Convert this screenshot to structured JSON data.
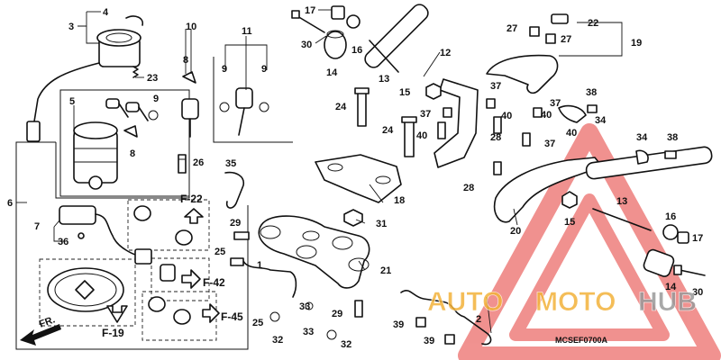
{
  "diagram_code": "MCSEF0700A",
  "front_marker": "FR.",
  "watermark": {
    "word_1": "AUTO",
    "word_2": "MOTO",
    "word_3": "HUB",
    "color_1": "#f3b23a",
    "color_2": "#f3b23a",
    "color_3": "#9a9a9a",
    "triangle_color": "#e53935"
  },
  "section_refs": {
    "f22": "F-22",
    "f42": "F-42",
    "f45": "F-45",
    "f19": "F-19"
  },
  "callouts": {
    "c1": "1",
    "c2": "2",
    "c3": "3",
    "c4": "4",
    "c5": "5",
    "c6": "6",
    "c7": "7",
    "c8a": "8",
    "c8b": "8",
    "c9a": "9",
    "c9b": "9",
    "c9c": "9",
    "c10": "10",
    "c11": "11",
    "c12": "12",
    "c13a": "13",
    "c13b": "13",
    "c14a": "14",
    "c14b": "14",
    "c15a": "15",
    "c15b": "15",
    "c16a": "16",
    "c16b": "16",
    "c17a": "17",
    "c17b": "17",
    "c18": "18",
    "c19": "19",
    "c20": "20",
    "c21": "21",
    "c22": "22",
    "c23": "23",
    "c24a": "24",
    "c24b": "24",
    "c25a": "25",
    "c25b": "25",
    "c26": "26",
    "c27a": "27",
    "c27b": "27",
    "c28a": "28",
    "c28b": "28",
    "c29a": "29",
    "c29b": "29",
    "c30a": "30",
    "c30b": "30",
    "c31": "31",
    "c32a": "32",
    "c32b": "32",
    "c33a": "33",
    "c33b": "33",
    "c34a": "34",
    "c34b": "34",
    "c35": "35",
    "c36": "36",
    "c37a": "37",
    "c37b": "37",
    "c37c": "37",
    "c37d": "37",
    "c38a": "38",
    "c38b": "38",
    "c39a": "39",
    "c39b": "39",
    "c40a": "40",
    "c40b": "40",
    "c40c": "40",
    "c40d": "40"
  }
}
